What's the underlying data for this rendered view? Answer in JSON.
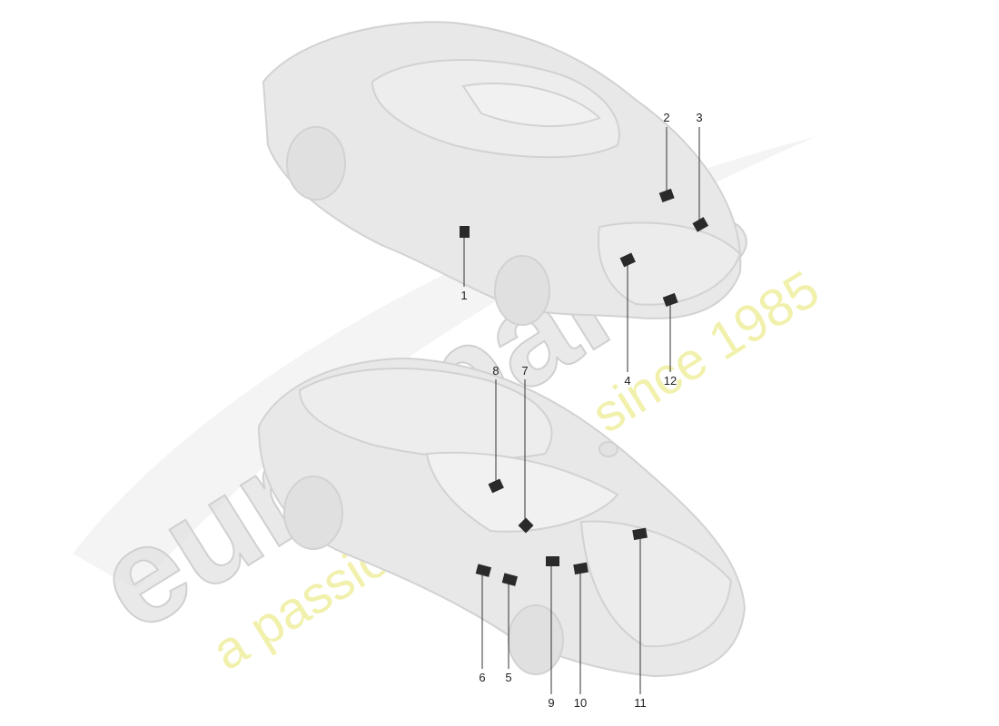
{
  "watermark": {
    "brand": "eurospares",
    "tagline": "a passion for parts since 1985",
    "brand_color": "#d9d9d9",
    "tagline_color": "#ecec9a"
  },
  "diagram": {
    "colors": {
      "car_body": "#e6e6e6",
      "car_line": "#cfcfcf",
      "label_fill": "#2a2a2a",
      "leader_line": "#333333"
    },
    "callouts": [
      "1",
      "2",
      "3",
      "4",
      "5",
      "6",
      "7",
      "8",
      "9",
      "10",
      "11",
      "12"
    ]
  }
}
